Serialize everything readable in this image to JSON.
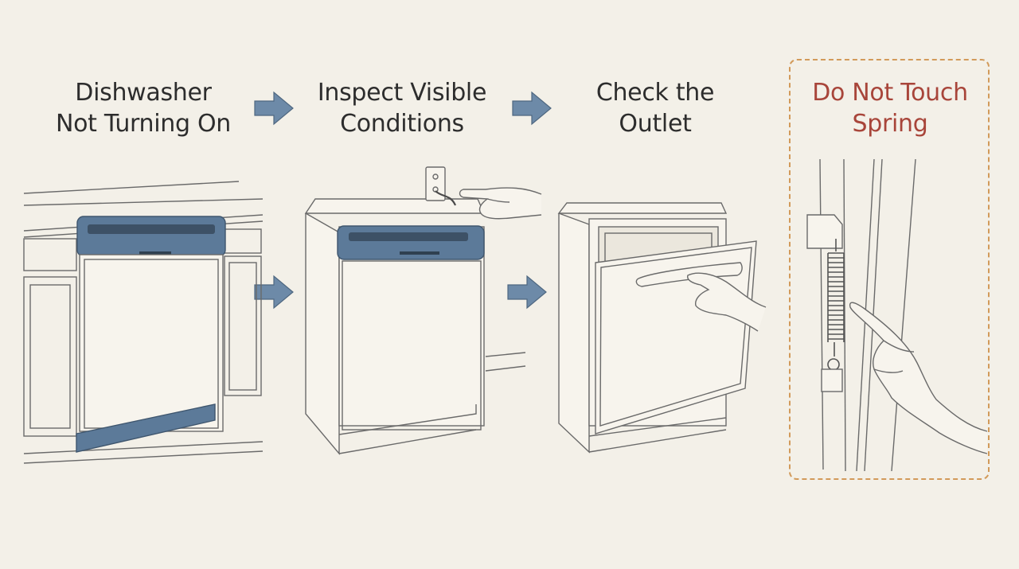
{
  "steps": [
    {
      "line1": "Dishwasher",
      "line2": "Not Turning On"
    },
    {
      "line1": "Inspect Visible",
      "line2": "Conditions"
    },
    {
      "line1": "Check the",
      "line2": "Outlet"
    },
    {
      "line1": "Do Not Touch",
      "line2": "Spring"
    }
  ],
  "colors": {
    "background": "#f3f0e8",
    "arrow": "#6d8aa8",
    "panel": "#5c7a99",
    "warning_text": "#a8453a",
    "warning_border": "#d29a5a",
    "line": "#6a6a6a"
  },
  "icons": [
    "arrow-right-icon",
    "dishwasher-icon",
    "wall-outlet-icon",
    "pointing-hand-icon",
    "door-spring-icon"
  ]
}
